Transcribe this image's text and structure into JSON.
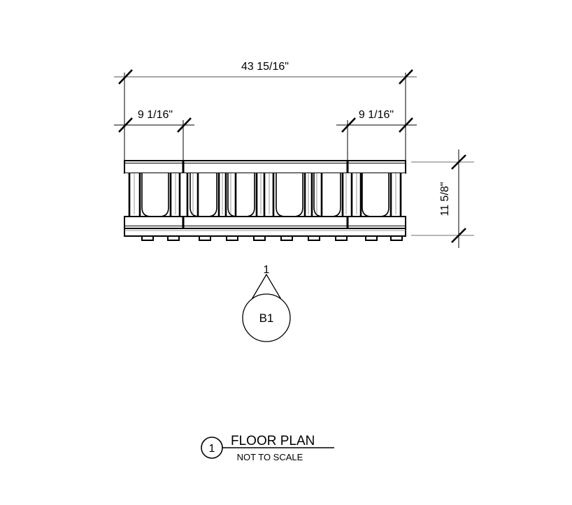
{
  "drawing": {
    "type": "mechanical-elevation-drawing",
    "background_color": "#ffffff",
    "line_color": "#000000",
    "dim_line_color": "#7f7f7f",
    "dimensions": {
      "overall_width": "43 15/16\"",
      "left_segment": "9 1/16\"",
      "right_segment": "9 1/16\"",
      "height": "11 5/8\""
    },
    "callout": {
      "leader_number": "1",
      "bubble_label": "B1"
    },
    "title_block": {
      "detail_number": "1",
      "title": "FLOOR PLAN",
      "subtitle": "NOT TO SCALE"
    }
  }
}
